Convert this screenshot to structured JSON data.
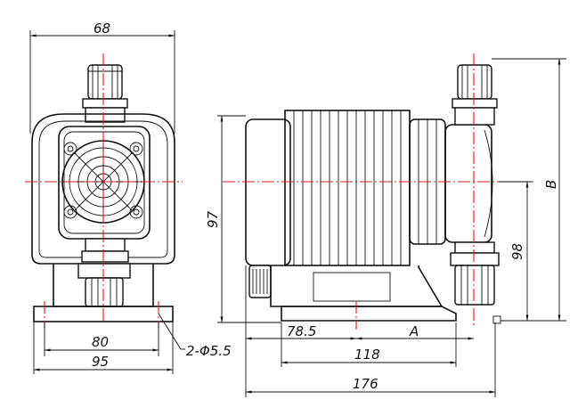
{
  "dimensions": {
    "front_width_top": "68",
    "base_hole_span": "80",
    "base_width": "95",
    "holes": "2-Φ5.5",
    "total_height": "97",
    "offset_78_5": "78.5",
    "offset_a": "A",
    "base_length": "118",
    "total_length": "176",
    "outlet_height": "98",
    "overall_height_b": "B"
  },
  "colors": {
    "centerline": "#e0191e",
    "line": "#111111",
    "background": "#ffffff"
  }
}
